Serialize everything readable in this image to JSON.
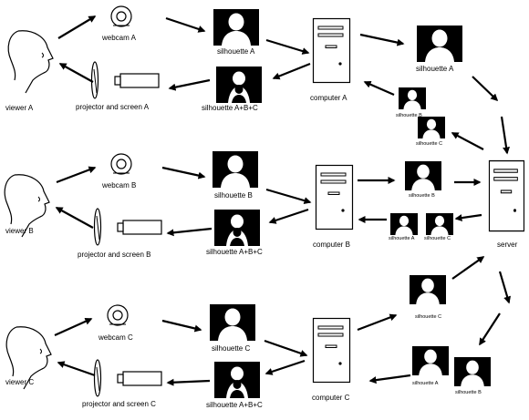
{
  "colors": {
    "ink": "#000000",
    "paper": "#ffffff"
  },
  "rows": [
    {
      "id": "a",
      "viewer": "viewer A",
      "webcam": "webcam A",
      "projector": "projector and screen A",
      "silhouette_out": "silhouette A",
      "silhouette_in": "silhouette A+B+C",
      "computer": "computer A",
      "uplink": "silhouette A",
      "downlink": [
        "silhouette B",
        "silhouette C"
      ]
    },
    {
      "id": "b",
      "viewer": "viewer B",
      "webcam": "webcam B",
      "projector": "projector and screen B",
      "silhouette_out": "silhouette B",
      "silhouette_in": "silhouette A+B+C",
      "computer": "computer B",
      "uplink": "silhouette B",
      "downlink": [
        "silhouette A",
        "silhouette C"
      ]
    },
    {
      "id": "c",
      "viewer": "viewer C",
      "webcam": "webcam C",
      "projector": "projector and screen C",
      "silhouette_out": "silhouette C",
      "silhouette_in": "silhouette A+B+C",
      "computer": "computer C",
      "uplink": "silhouette C",
      "downlink": [
        "silhouette A",
        "silhouette B"
      ]
    }
  ],
  "server": "server"
}
